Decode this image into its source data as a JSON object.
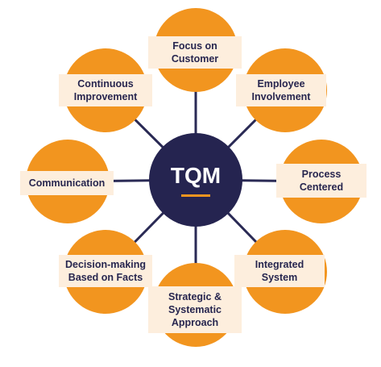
{
  "center": {
    "title": "TQM"
  },
  "nodes": [
    {
      "id": "focus-on-customer",
      "label": "Focus on\nCustomer"
    },
    {
      "id": "employee-involvement",
      "label": "Employee\nInvolvement"
    },
    {
      "id": "process-centered",
      "label": "Process\nCentered"
    },
    {
      "id": "integrated-system",
      "label": "Integrated\nSystem"
    },
    {
      "id": "strategic-systematic-approach",
      "label": "Strategic &\nSystematic\nApproach"
    },
    {
      "id": "decision-making-based-on-facts",
      "label": "Decision-making\nBased on Facts"
    },
    {
      "id": "communication",
      "label": "Communication"
    },
    {
      "id": "continuous-improvement",
      "label": "Continuous\nImprovement"
    }
  ],
  "colors": {
    "petal": "#f2951f",
    "label_bg": "#fdeedd",
    "hub": "#252450",
    "connector": "#2a2a55",
    "text": "#27264f",
    "accent_underline": "#f2951f"
  }
}
